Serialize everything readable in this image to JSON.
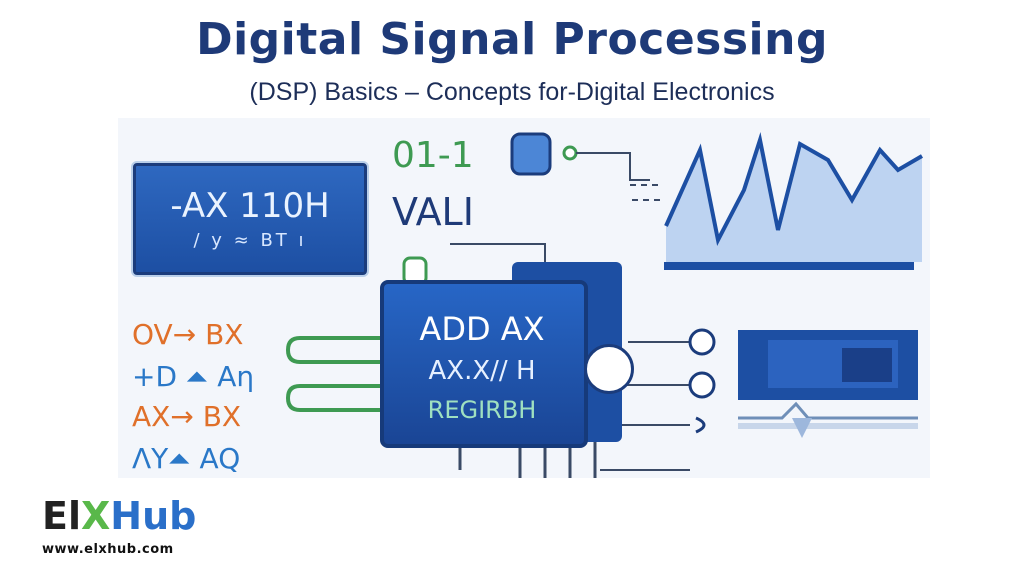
{
  "header": {
    "title": "Digital Signal Processing",
    "subtitle": "(DSP) Basics – Concepts for-Digital Electronics"
  },
  "display": {
    "line1": "-AX 110H",
    "line2": "/ y ≈ BT ı"
  },
  "labels": {
    "bits": "01-1",
    "vali": "VALI"
  },
  "instructions": [
    {
      "text": "OV→ BX",
      "color": "#e0702a"
    },
    {
      "text": "+D ⏶ Aη",
      "color": "#2a78c8"
    },
    {
      "text": "AX→ BX",
      "color": "#e0702a"
    },
    {
      "text": "ΛY⏶ AQ",
      "color": "#2a78c8"
    }
  ],
  "chip": {
    "line1": "ADD AX",
    "line2": "AX.X// H",
    "line3": "REGIRBH"
  },
  "logo": {
    "brand_prefix": "El",
    "brand_x": "X",
    "brand_suffix": "Hub",
    "url": "www.elxhub.com"
  },
  "colors": {
    "accent_blue": "#1d4fa3",
    "title_navy": "#1e3a78",
    "green": "#3e9a52",
    "orange": "#e0702a"
  }
}
